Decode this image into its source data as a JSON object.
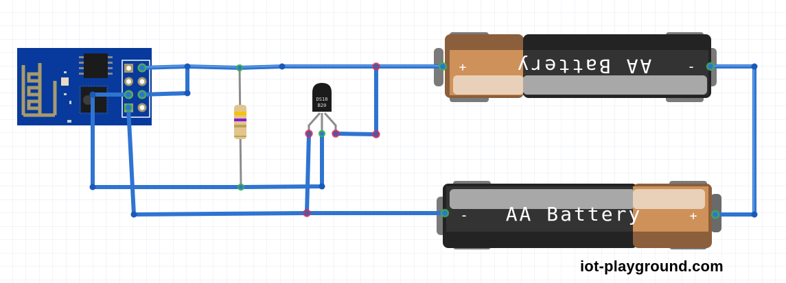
{
  "diagram": {
    "title": "ESP8266 DS18B20 battery powered circuit",
    "components": {
      "esp_module": {
        "name": "ESP-01 (ESP8266)"
      },
      "resistor": {
        "name": "Pull-up resistor",
        "bands": [
          "#f5c400",
          "#8a1ad6",
          "#b7a35a",
          "#b7a35a"
        ]
      },
      "sensor": {
        "name": "DS18B20",
        "label_line1": "DS18",
        "label_line2": "B20"
      },
      "battery_top": {
        "name": "AA Battery",
        "label": "AA Battery",
        "plus": "+",
        "minus": "-",
        "orientation": "flipped"
      },
      "battery_bottom": {
        "name": "AA Battery",
        "label": "AA Battery",
        "plus": "+",
        "minus": "-",
        "orientation": "normal"
      }
    },
    "colors": {
      "wire": "#2f74d0",
      "wire_dark": "#1a59b8",
      "pcb": "#073a9c",
      "grid": "#e8ebf2",
      "pin_ok": "#3cb44b",
      "pin_warn": "#d0305a",
      "battery_dark": "#2b2b2b",
      "battery_copper": "#cf915a"
    }
  },
  "watermark": "iot-playground.com"
}
